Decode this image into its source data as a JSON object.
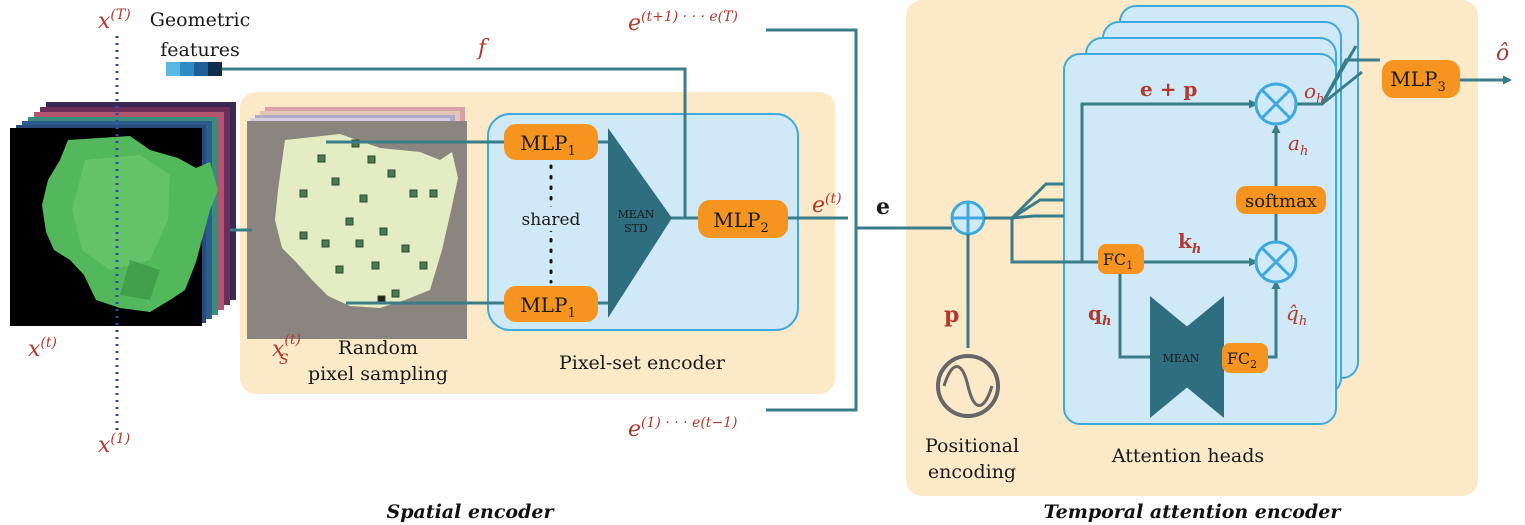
{
  "colors": {
    "panel_bg": "#fbe9c8",
    "encoder_bg": "#cfe9f8",
    "encoder_stroke": "#3fa9dc",
    "mlp_fill": "#f5951f",
    "line_teal": "#3a7d89",
    "triangle_fill": "#2f6e7e",
    "math_red": "#b03a2e"
  },
  "left": {
    "x_T": "x",
    "x_T_sup": "(T)",
    "x_t": "x",
    "x_t_sup": "(t)",
    "x_1": "x",
    "x_1_sup": "(1)",
    "geometric_features_line1": "Geometric",
    "geometric_features_line2": "features",
    "f_label": "f"
  },
  "spatial": {
    "xs_label": "x",
    "xs_sub": "S",
    "xs_sup": "(t)",
    "random_line1": "Random",
    "random_line2": "pixel sampling",
    "mlp1_top": "MLP",
    "mlp1_top_sub": "1",
    "mlp1_bottom": "MLP",
    "mlp1_bottom_sub": "1",
    "shared": "shared",
    "mean": "MEAN",
    "std": "STD",
    "mlp2": "MLP",
    "mlp2_sub": "2",
    "pse_caption": "Pixel-set encoder",
    "section_caption": "Spatial encoder"
  },
  "middle": {
    "e_top": "e",
    "e_top_sup": "(t+1) · · · e",
    "e_top_sup2": "(T)",
    "e_t": "e",
    "e_t_sup": "(t)",
    "e_bold": "e",
    "e_bottom": "e",
    "e_bottom_sup": "(1) · · · e",
    "e_bottom_sup2": "(t−1)"
  },
  "temporal": {
    "p_label": "p",
    "positional_line1": "Positional",
    "positional_line2": "encoding",
    "e_plus_p": "e + p",
    "o_h": "o",
    "o_h_sub": "h",
    "a_h": "a",
    "a_h_sub": "h",
    "softmax": "softmax",
    "k_h": "k",
    "k_h_sub": "h",
    "fc1": "FC",
    "fc1_sub": "1",
    "q_h": "q",
    "q_h_sub": "h",
    "mean": "MEAN",
    "fc2": "FC",
    "fc2_sub": "2",
    "qhat_h": "q̂",
    "qhat_h_sub": "h",
    "mlp3": "MLP",
    "mlp3_sub": "3",
    "o_hat": "ô",
    "heads_caption": "Attention heads",
    "section_caption": "Temporal attention encoder"
  }
}
